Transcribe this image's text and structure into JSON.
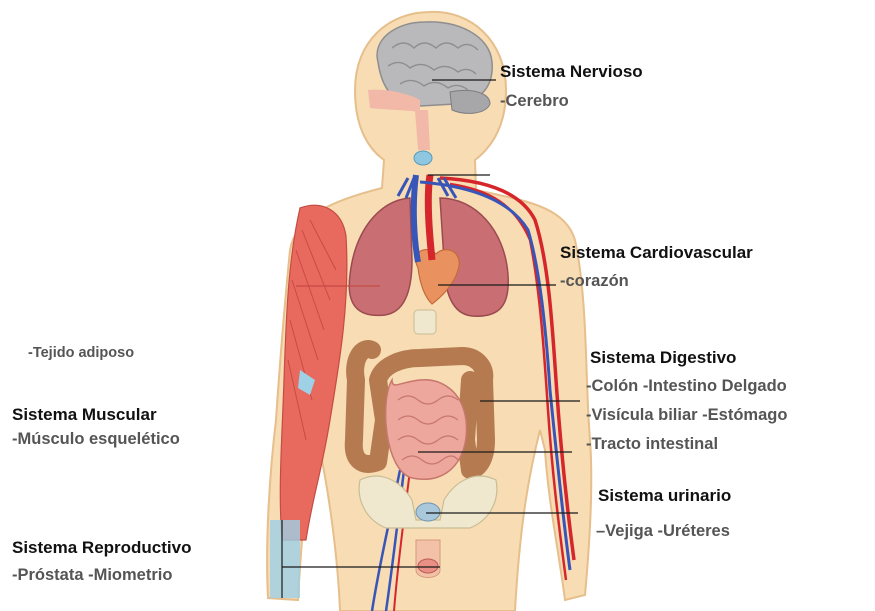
{
  "labels": {
    "nervioso_title": "Sistema Nervioso",
    "nervioso_organs": "-Cerebro",
    "cardio_title": "Sistema Cardiovascular",
    "cardio_organs": "-corazón",
    "adiposo": "-Tejido adiposo",
    "muscular_title": "Sistema Muscular",
    "muscular_organs": "-Músculo esquelético",
    "digestivo_title": "Sistema Digestivo",
    "digestivo_line1": "-Colón   -Intestino Delgado",
    "digestivo_line2": "-Visícula biliar   -Estómago",
    "digestivo_line3": "-Tracto intestinal",
    "urinario_title": "Sistema urinario",
    "urinario_organs": "–Vejiga  -Uréteres",
    "reproductivo_title": "Sistema Reproductivo",
    "reproductivo_organs": "-Próstata -Miometrio"
  },
  "colors": {
    "skin": "#f7dcb4",
    "skin_outline": "#e6bf8c",
    "brain": "#b9b9bb",
    "lungs": "#c96f74",
    "heart": "#e9915f",
    "colon": "#b57a4f",
    "small_intestine": "#eea79d",
    "muscle": "#e8695e",
    "artery": "#d5262b",
    "vein": "#3855b8",
    "thyroid": "#8fc7e0",
    "bone": "#efe8cf",
    "leader_line": "#1a1a1a"
  }
}
